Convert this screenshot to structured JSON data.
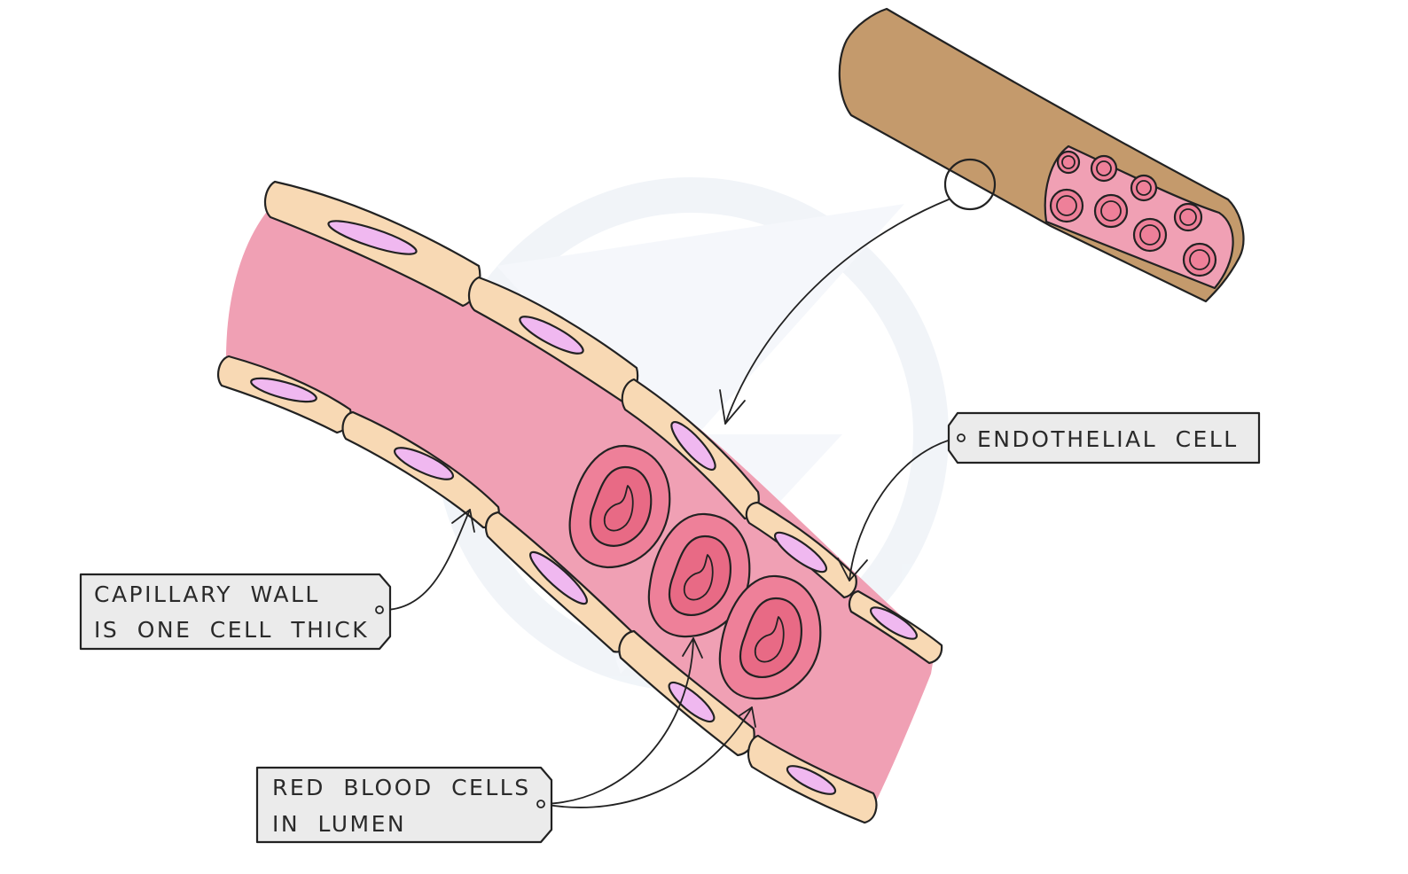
{
  "labels": {
    "endothelial": "ENDOTHELIAL CELL",
    "capillary_wall_line1": "CAPILLARY WALL",
    "capillary_wall_line2": "IS ONE CELL THICK",
    "rbc_line1": "RED BLOOD CELLS",
    "rbc_line2": "IN LUMEN"
  },
  "colors": {
    "lumen": "#f0a0b4",
    "endothelial_cell": "#f8d9b4",
    "nucleus": "#f0b8f0",
    "red_blood_cell_outer": "#ee8099",
    "red_blood_cell_inner": "#e86a85",
    "vessel_outer": "#c49a6c",
    "label_fill": "#ebebeb",
    "watermark": "#e6ecf4"
  }
}
